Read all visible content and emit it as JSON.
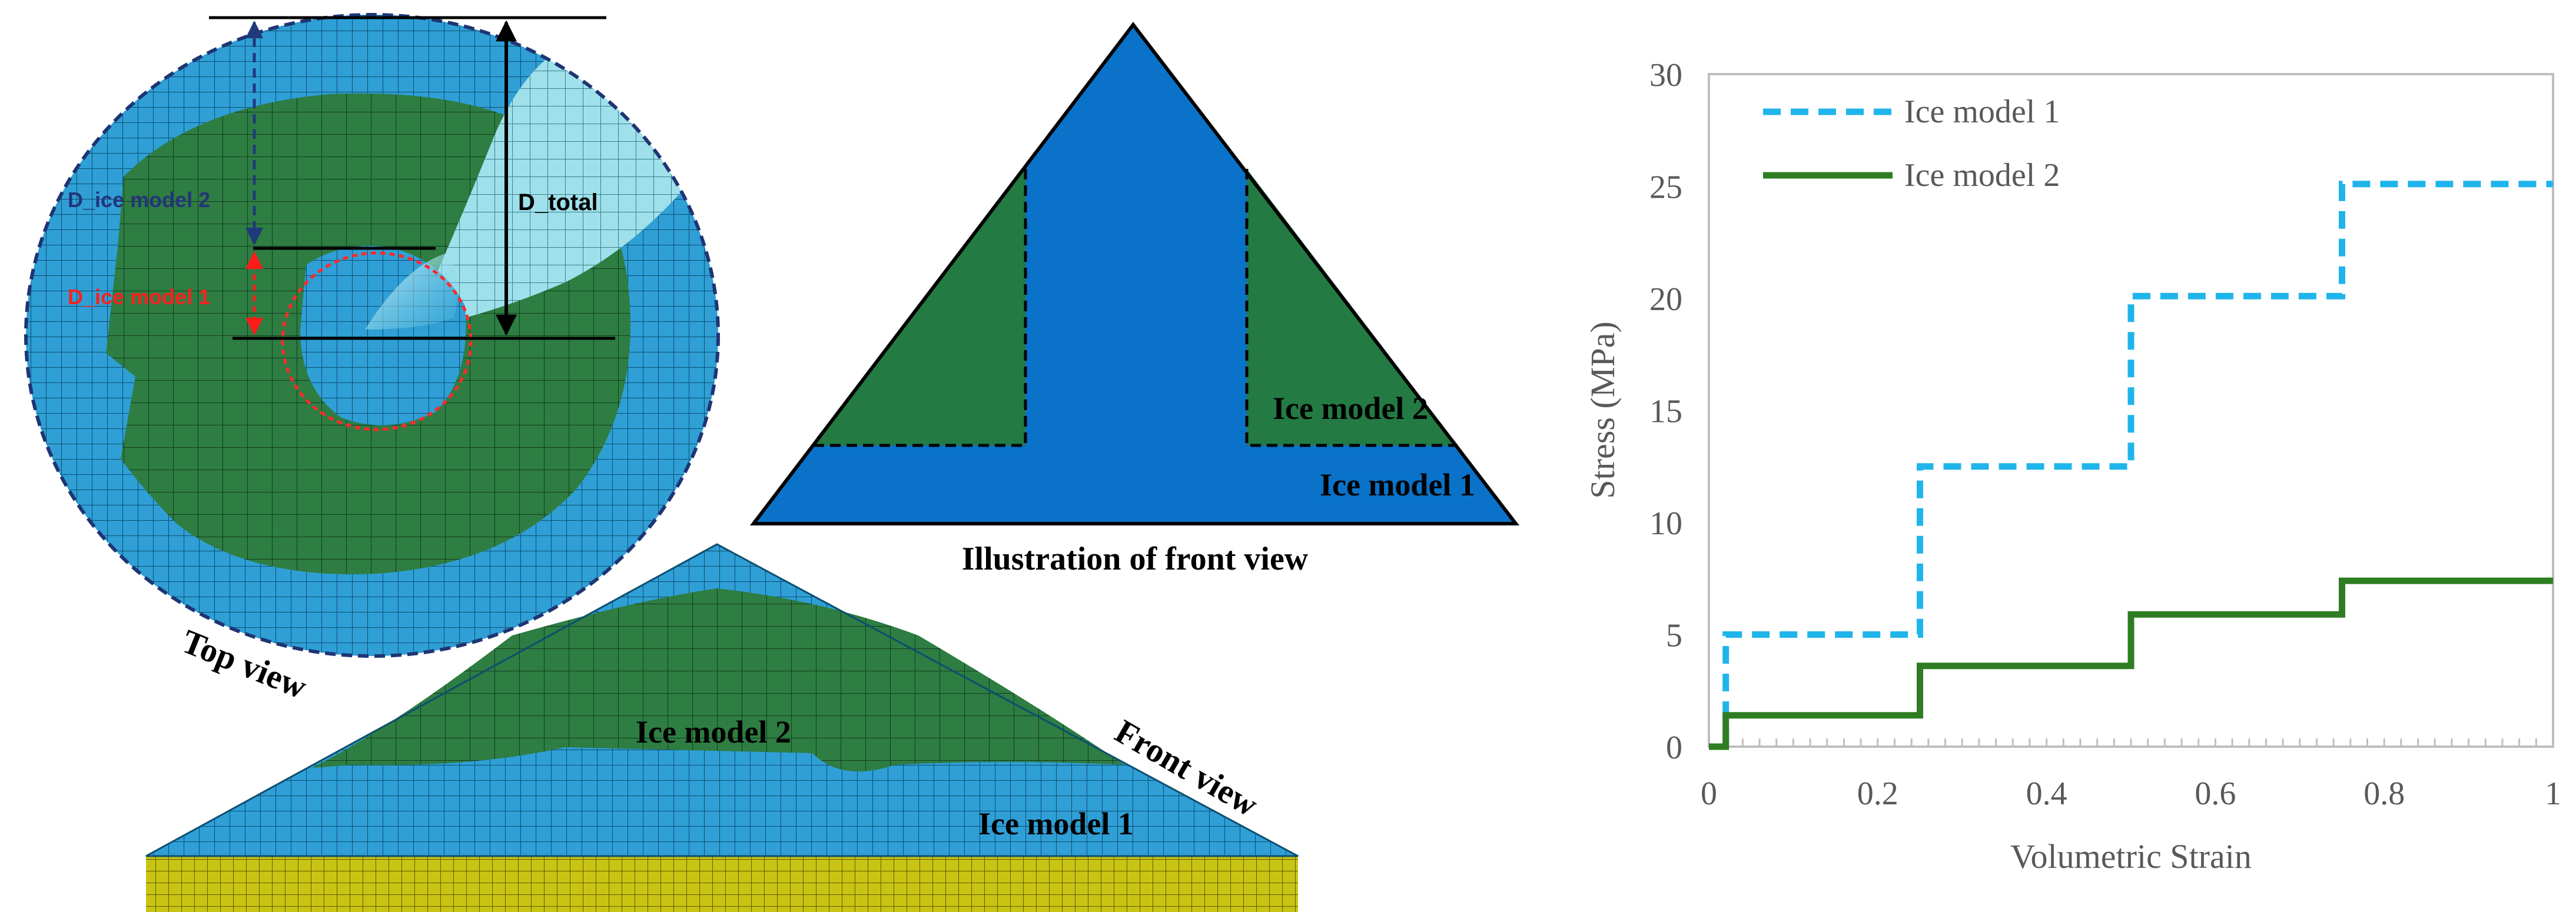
{
  "top_view": {
    "caption": "Top view",
    "label_total": "D_total",
    "label_model1": "D_ice model 1",
    "label_model2": "D_ice model 2"
  },
  "front_illustration": {
    "caption": "Illustration of front view",
    "label_model2": "Ice model 2",
    "label_model1": "Ice model 1"
  },
  "front_view": {
    "caption": "Front view",
    "label_model2": "Ice model 2",
    "label_model1": "Ice model 1"
  },
  "colors": {
    "model1_mesh": "#2f9fd6",
    "model2_mesh": "#2e7d42",
    "illustration_blue": "#0a72c8",
    "illustration_green": "#237a43",
    "base_yellow": "#c9c414",
    "series1": "#1fb5ea",
    "series2": "#2e7d22",
    "axis_gray": "#bfbfbf",
    "text_gray": "#595959"
  },
  "chart_data": {
    "type": "line",
    "xlabel": "Volumetric Strain",
    "ylabel": "Stress (MPa)",
    "xlim": [
      0,
      1
    ],
    "ylim": [
      0,
      30
    ],
    "x_ticks": [
      "0",
      "0.2",
      "0.4",
      "0.6",
      "0.8",
      "1"
    ],
    "y_ticks": [
      "0",
      "5",
      "10",
      "15",
      "20",
      "25",
      "30"
    ],
    "legend_position": "top-left",
    "series": [
      {
        "name": "Ice model 1",
        "style": "dashed",
        "x": [
          0.02,
          0.02,
          0.25,
          0.25,
          0.5,
          0.5,
          0.75,
          0.75,
          1.0
        ],
        "y": [
          0,
          5,
          5,
          12.5,
          12.5,
          20.1,
          20.1,
          25.1,
          25.1
        ]
      },
      {
        "name": "Ice model 2",
        "style": "solid",
        "x": [
          0,
          0.02,
          0.02,
          0.25,
          0.25,
          0.5,
          0.5,
          0.75,
          0.75,
          1.0
        ],
        "y": [
          0,
          0,
          1.4,
          1.4,
          3.6,
          3.6,
          5.9,
          5.9,
          7.4,
          7.4
        ]
      }
    ]
  }
}
